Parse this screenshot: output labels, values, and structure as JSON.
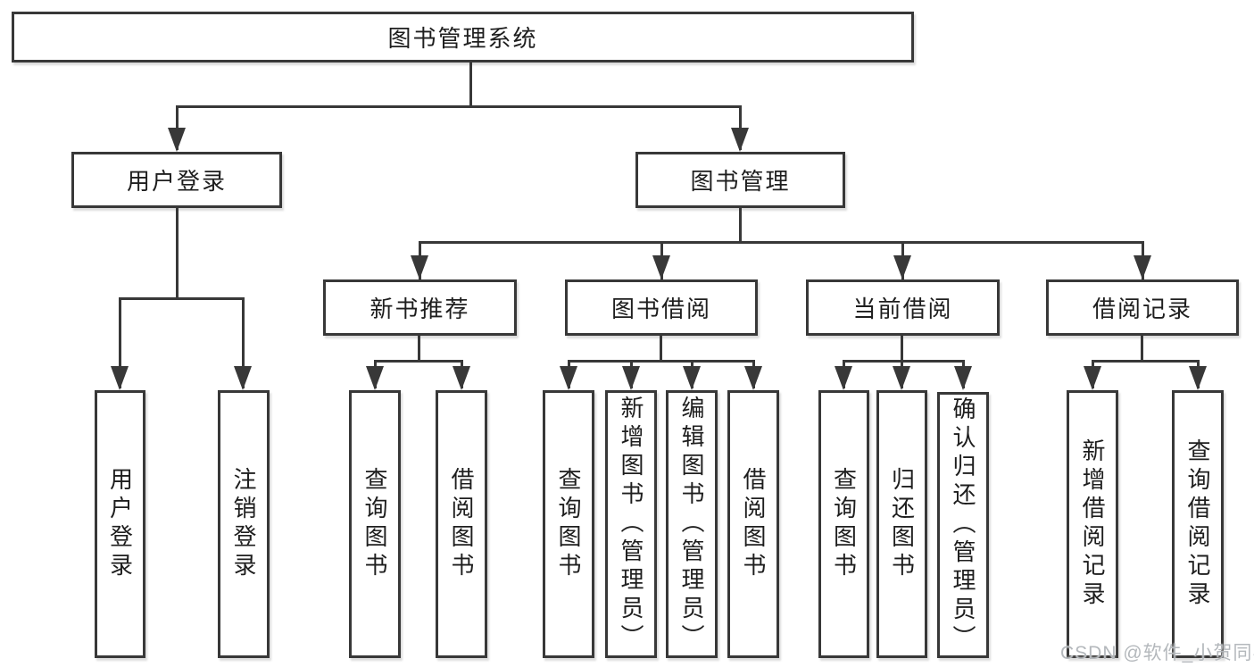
{
  "diagram_title": "图书管理系统",
  "tree": {
    "root": {
      "label": "图书管理系统"
    },
    "level2": [
      {
        "id": "user-login",
        "label": "用户登录"
      },
      {
        "id": "book-management",
        "label": "图书管理"
      }
    ],
    "level3": [
      {
        "id": "new-book-recommend",
        "label": "新书推荐"
      },
      {
        "id": "book-borrowing",
        "label": "图书借阅"
      },
      {
        "id": "current-borrowing",
        "label": "当前借阅"
      },
      {
        "id": "borrowing-records",
        "label": "借阅记录"
      }
    ],
    "leaves": {
      "user_login": [
        {
          "label": "用户登录"
        },
        {
          "label": "注销登录"
        }
      ],
      "new_book_recommend": [
        {
          "label": "查询图书"
        },
        {
          "label": "借阅图书"
        }
      ],
      "book_borrowing": [
        {
          "label": "查询图书"
        },
        {
          "label": "新增图书（管理员）"
        },
        {
          "label": "编辑图书（管理员）"
        },
        {
          "label": "借阅图书"
        }
      ],
      "current_borrowing": [
        {
          "label": "查询图书"
        },
        {
          "label": "归还图书"
        },
        {
          "label": "确认归还（管理员）"
        }
      ],
      "borrowing_records": [
        {
          "label": "新增借阅记录"
        },
        {
          "label": "查询借阅记录"
        }
      ]
    }
  },
  "watermark": "CSDN @软件_小贺同学",
  "colors": {
    "line": "#383838",
    "border": "#383838",
    "text": "#1e1e1e",
    "watermark": "#b4b8bc",
    "background": "#ffffff"
  }
}
